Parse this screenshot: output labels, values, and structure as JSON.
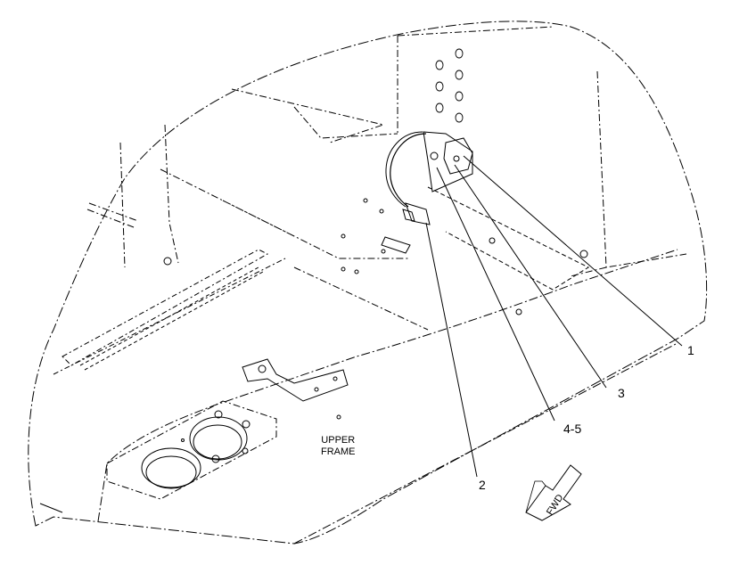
{
  "callouts": [
    {
      "label": "1"
    },
    {
      "label": "3"
    },
    {
      "label": "4-5"
    },
    {
      "label": "2"
    }
  ],
  "frame_label": {
    "line1": "UPPER",
    "line2": "FRAME"
  },
  "direction_arrow": {
    "text": "FWD"
  }
}
